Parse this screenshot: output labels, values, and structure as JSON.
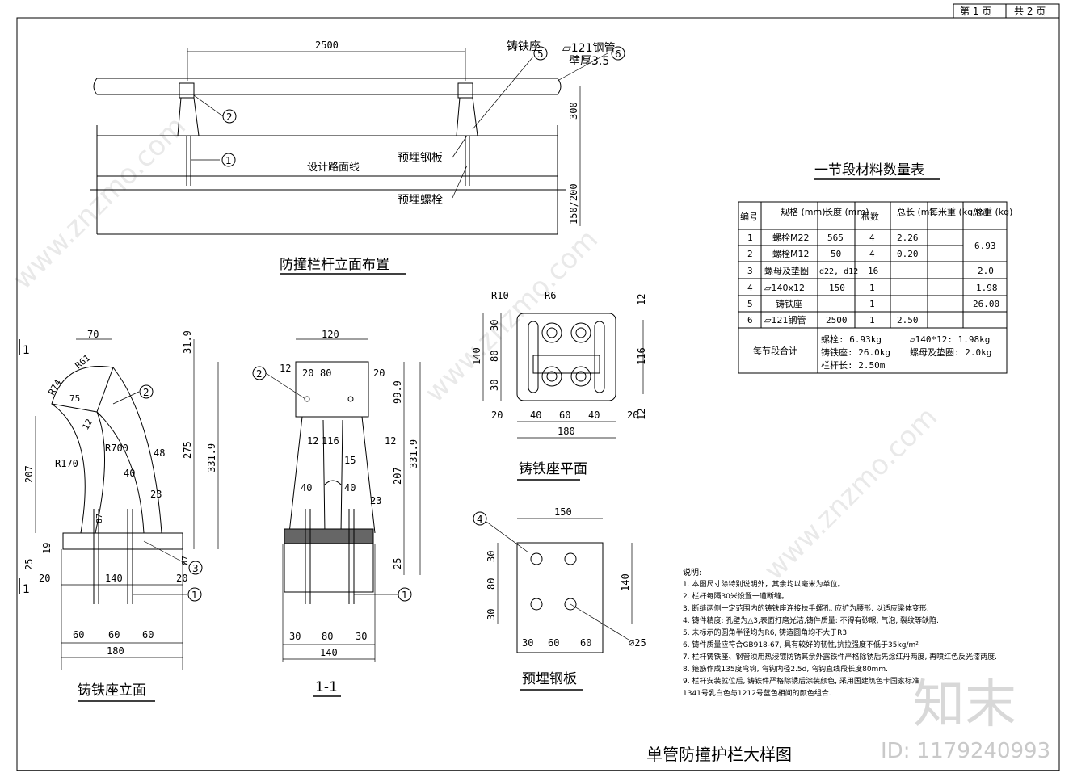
{
  "page": {
    "current": "第 1 页",
    "total": "共 2 页"
  },
  "drawing_title": "单管防撞护栏大样图",
  "elevation": {
    "title": "防撞栏杆立面布置",
    "dim_span": "2500",
    "dim_300": "300",
    "dim_150_200": "150/200",
    "label_road": "设计路面线",
    "label_plate": "预埋钢板",
    "label_bolt": "预埋螺栓",
    "label_seat": "铸铁座",
    "label_pipe": "▱121钢管",
    "label_wall": "壁厚3.5",
    "callouts": [
      "1",
      "2",
      "5",
      "6"
    ]
  },
  "seat_elev": {
    "title": "铸铁座立面",
    "section_mark": "1",
    "dims": [
      "70",
      "R61",
      "R74",
      "75",
      "12",
      "R170",
      "R700",
      "48",
      "40",
      "23",
      "207",
      "25",
      "19",
      "20",
      "140",
      "20",
      "60",
      "60",
      "60",
      "180",
      "31.9",
      "275",
      "331.9",
      "87",
      "87"
    ],
    "callouts": [
      "2",
      "3",
      "1"
    ]
  },
  "section_1_1": {
    "title": "1-1",
    "dims": [
      "120",
      "12",
      "80",
      "20",
      "20",
      "99.9",
      "12",
      "116",
      "12",
      "15",
      "40",
      "40",
      "23",
      "207",
      "331.9",
      "25",
      "30",
      "80",
      "30",
      "140"
    ],
    "callouts": [
      "2",
      "1"
    ]
  },
  "seat_plan": {
    "title": "铸铁座平面",
    "dims": [
      "R10",
      "R6",
      "12",
      "30",
      "80",
      "30",
      "140",
      "116",
      "20",
      "40",
      "60",
      "40",
      "20",
      "180",
      "12"
    ]
  },
  "plate": {
    "title": "预埋钢板",
    "dims": [
      "150",
      "30",
      "80",
      "30",
      "140",
      "30",
      "60",
      "60",
      "⌀25"
    ],
    "callouts": [
      "4"
    ]
  },
  "table": {
    "title": "一节段材料数量表",
    "headers": [
      "编号",
      "规格\n(mm)",
      "长度\n(mm)",
      "根数",
      "总长\n(m)",
      "每米重\n(kg/m)",
      "总重\n(kg)"
    ],
    "rows": [
      [
        "1",
        "螺栓M22",
        "565",
        "4",
        "2.26",
        "",
        ""
      ],
      [
        "2",
        "螺栓M12",
        "50",
        "4",
        "0.20",
        "",
        ""
      ],
      [
        "3",
        "螺母及垫圈",
        "d22, d12",
        "16",
        "",
        "",
        "2.0"
      ],
      [
        "4",
        "▱140x12",
        "150",
        "1",
        "",
        "",
        "1.98"
      ],
      [
        "5",
        "铸铁座",
        "",
        "1",
        "",
        "",
        "26.00"
      ],
      [
        "6",
        "▱121钢管",
        "2500",
        "1",
        "2.50",
        "",
        ""
      ]
    ],
    "bolt_total": "6.93",
    "summary_label": "每节段合计",
    "summary": [
      "螺栓:  6.93kg",
      "铸铁座: 26.0kg",
      "栏杆长:  2.50m",
      "▱140*12:  1.98kg",
      "螺母及垫圈:  2.0kg"
    ]
  },
  "notes": {
    "heading": "说明:",
    "lines": [
      "1. 本图尺寸除特别说明外，其余均以毫米为单位。",
      "2. 栏杆每隔30米设置一道断缝。",
      "3. 断缝两侧一定范围内的铸铁座连接扶手螺孔, 应扩为腰形, 以适应梁体变形.",
      "4. 铸件精度: 孔壁为△3,表面打磨光洁,铸件质量: 不得有砂眼, 气泡, 裂纹等缺陷.",
      "5. 未标示的圆角半径均为R6, 铸造圆角均不大于R3.",
      "6. 铸件质量应符合GB918-67, 具有较好的韧性,抗拉强度不低于35kg/m²",
      "7. 栏杆铸铁座、钢管须用热浸镀防锈其余外露铁件严格除锈后先涂红丹两度, 再喷红色反光漆两度.",
      "8. 箍筋作成135度弯钩, 弯钩内径2.5d, 弯钩直线段长度80mm.",
      "9. 栏杆安装就位后, 铸铁件严格除锈后涂装颜色, 采用国建筑色卡国家标准",
      "    1341号乳白色与1212号蓝色相间的颜色组合."
    ]
  },
  "watermark": {
    "brand": "知末",
    "id": "ID: 1179240993",
    "site": "www.znzmo.com"
  }
}
